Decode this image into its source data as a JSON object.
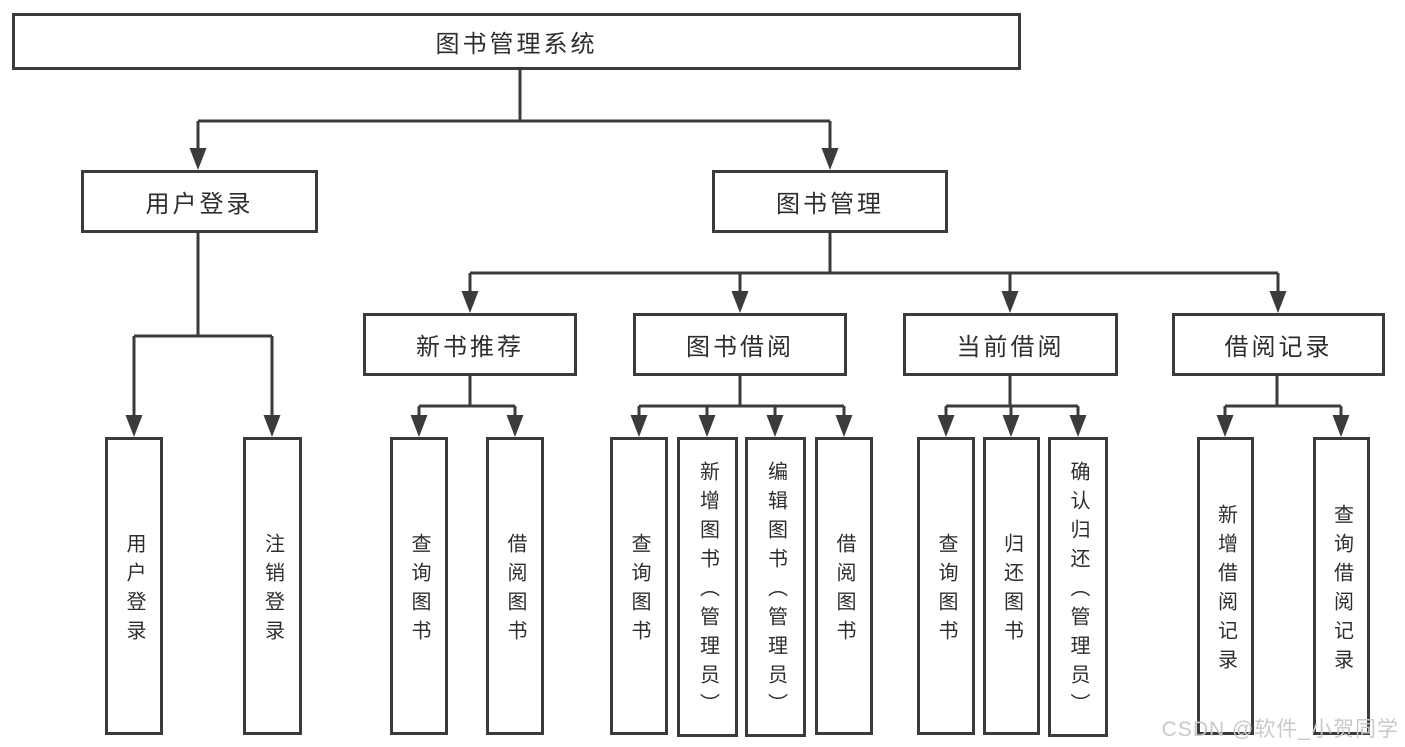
{
  "tree": {
    "label": "图书管理系统",
    "children": [
      {
        "label": "用户登录",
        "children": [
          {
            "label": "用户登录"
          },
          {
            "label": "注销登录"
          }
        ]
      },
      {
        "label": "图书管理",
        "children": [
          {
            "label": "新书推荐",
            "children": [
              {
                "label": "查询图书"
              },
              {
                "label": "借阅图书"
              }
            ]
          },
          {
            "label": "图书借阅",
            "children": [
              {
                "label": "查询图书"
              },
              {
                "label": "新增图书（管理员）"
              },
              {
                "label": "编辑图书（管理员）"
              },
              {
                "label": "借阅图书"
              }
            ]
          },
          {
            "label": "当前借阅",
            "children": [
              {
                "label": "查询图书"
              },
              {
                "label": "归还图书"
              },
              {
                "label": "确认归还（管理员）"
              }
            ]
          },
          {
            "label": "借阅记录",
            "children": [
              {
                "label": "新增借阅记录"
              },
              {
                "label": "查询借阅记录"
              }
            ]
          }
        ]
      }
    ]
  },
  "watermark": "CSDN @软件_小贺同学",
  "colors": {
    "line": "#3b3b3b",
    "box_border": "#3b3b3b",
    "text": "#2e2e2e",
    "background": "#ffffff",
    "watermark": "#c9c9c9"
  }
}
